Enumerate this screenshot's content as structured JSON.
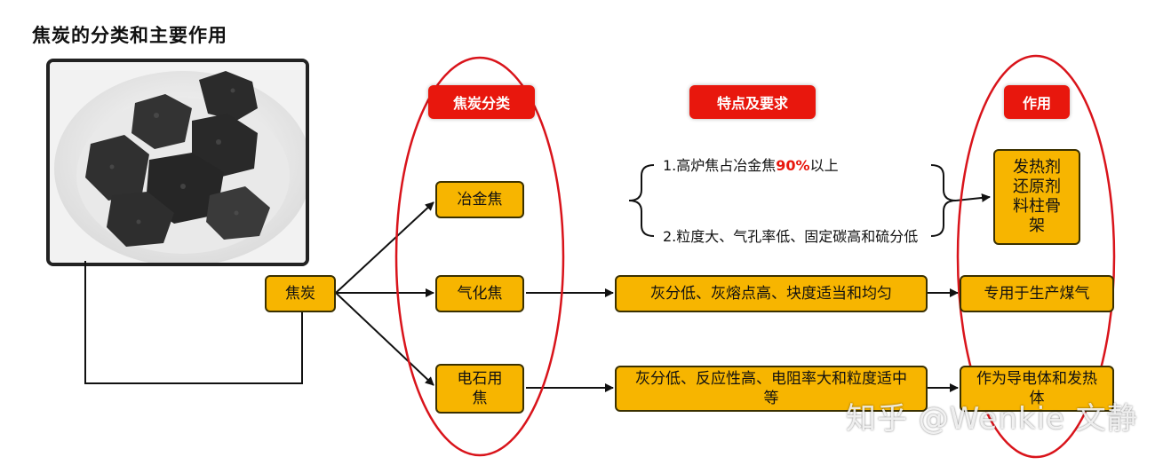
{
  "title": "焦炭的分类和主要作用",
  "headers": {
    "category": "焦炭分类",
    "features": "特点及要求",
    "role": "作用"
  },
  "root": "焦炭",
  "categories": {
    "metallurgical": "冶金焦",
    "gasification": "气化焦",
    "carbide": "电石用焦"
  },
  "features": {
    "metallurgical_1_prefix": "1.高炉焦占冶金焦",
    "metallurgical_1_highlight": "90%",
    "metallurgical_1_suffix": "以上",
    "metallurgical_2": "2.粒度大、气孔率低、固定碳高和硫分低",
    "gasification": "灰分低、灰熔点高、块度适当和均匀",
    "carbide": "灰分低、反应性高、电阻率大和粒度适中等"
  },
  "roles": {
    "metallurgical": "发热剂还原剂料柱骨架",
    "gasification": "专用于生产煤气",
    "carbide": "作为导电体和发热体"
  },
  "watermark": "知乎 @Wenkie 文静",
  "colors": {
    "box_fill": "#f7b500",
    "header_fill": "#e8170d",
    "ellipse": "#d9141b"
  }
}
